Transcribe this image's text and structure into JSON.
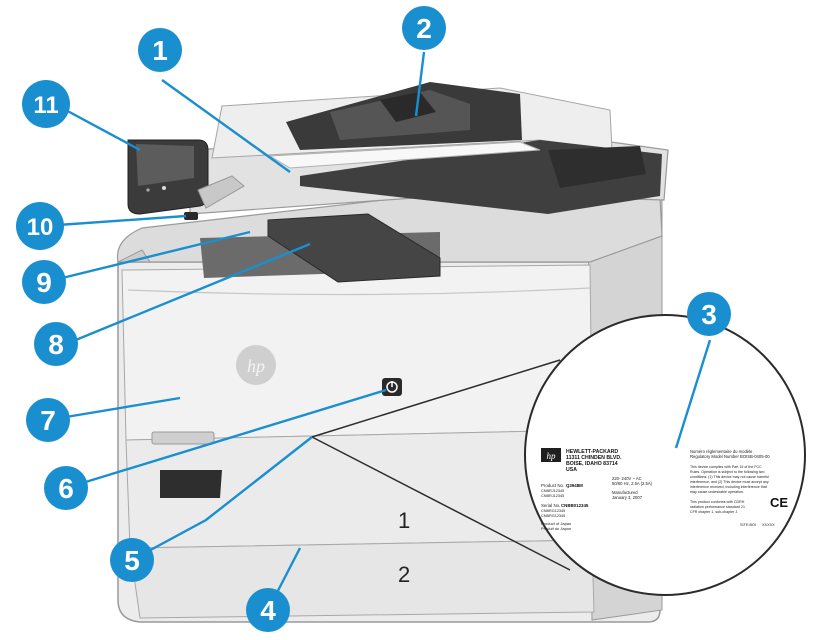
{
  "colors": {
    "callout": "#1a8fd0",
    "leader": "#1a8fd0",
    "printer_body": "#e9e9e9",
    "printer_shadow": "#bfbfbf",
    "panel": "#3b3b3b"
  },
  "callouts": [
    "1",
    "2",
    "3",
    "4",
    "5",
    "6",
    "7",
    "8",
    "9",
    "10",
    "11"
  ],
  "tray_numbers": {
    "tray1": "1",
    "tray2": "2"
  },
  "label": {
    "company": [
      "HEWLETT-PACKARD",
      "11311 CHINDEN BLVD.",
      "BOISE, IDAHO 83714",
      "USA"
    ],
    "power": [
      "220- 240V ~ AC",
      "50/60 Hz, 2.5A (2.5A)"
    ],
    "product_no_label": "Product No.",
    "product_no_value": "Q3948M",
    "product_codes": [
      "CNBRJ12345",
      "CNBRJ12345"
    ],
    "manufactured_label": "Manufactured",
    "manufactured_date": "January 3, 2007",
    "serial_label": "Serial No.",
    "serial_value": "CNBB012345",
    "serial_codes": [
      "CNBRG12345",
      "CNBRG12345"
    ],
    "product_of": [
      "Product of Japan",
      "Produit du Japon"
    ],
    "regulatory_heading": [
      "Numéro réglementaire du modèle",
      "Regulatory Model Number BOISB-0405-00"
    ],
    "fcc_text": [
      "This device complies with Part 15 of the FCC",
      "Rules. Operation is subject to the following two",
      "conditions: (1) This device may not cause harmful",
      "interference, and (2) This device must accept any",
      "interference received, including interference that",
      "may cause undesirable operation."
    ],
    "cdrh_text": [
      "This product conforms with CDRH",
      "radiation performance standard 21",
      "CFR chapter 1, sub-chapter J."
    ],
    "ce_mark": "CE",
    "footer_codes": [
      "SITE:BOI",
      "XXXXX"
    ]
  }
}
